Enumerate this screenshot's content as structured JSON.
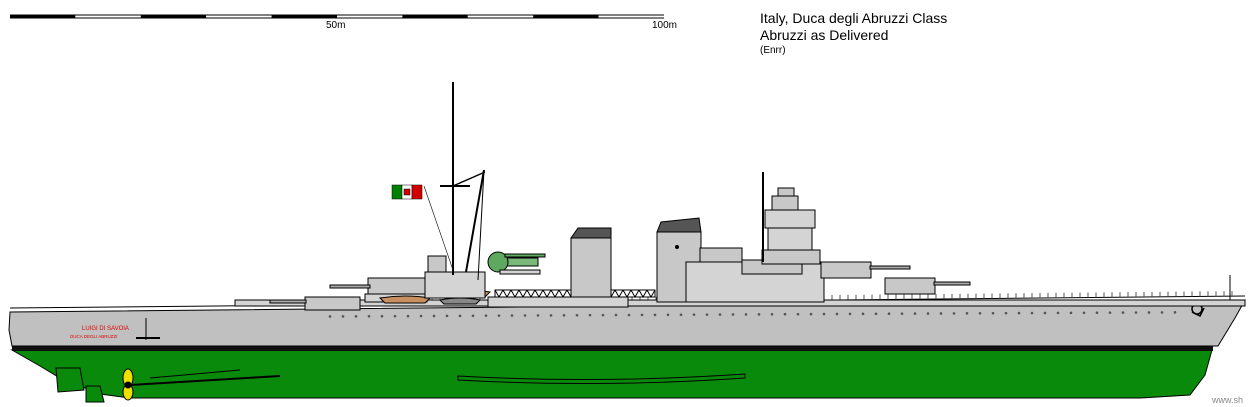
{
  "title": {
    "line1": "Italy, Duca degli Abruzzi Class",
    "line2": "Abruzzi as Delivered",
    "credit": "(Enrr)"
  },
  "scale": {
    "label_mid": "50m",
    "label_end": "100m",
    "segments": 10
  },
  "hull_name": {
    "line1": "LUIGI DI SAVOIA",
    "line2": "DUCA DEGLI ABRUZZI"
  },
  "watermark": "www.sh",
  "colors": {
    "hull_gray": "#c0c0c0",
    "upper_gray": "#d4d4d4",
    "waterline_green": "#0a8a0a",
    "boot_topping": "#101010",
    "flag_green": "#008000",
    "flag_red": "#d00000",
    "propeller_yellow": "#f0e000",
    "name_red": "#e00000"
  }
}
